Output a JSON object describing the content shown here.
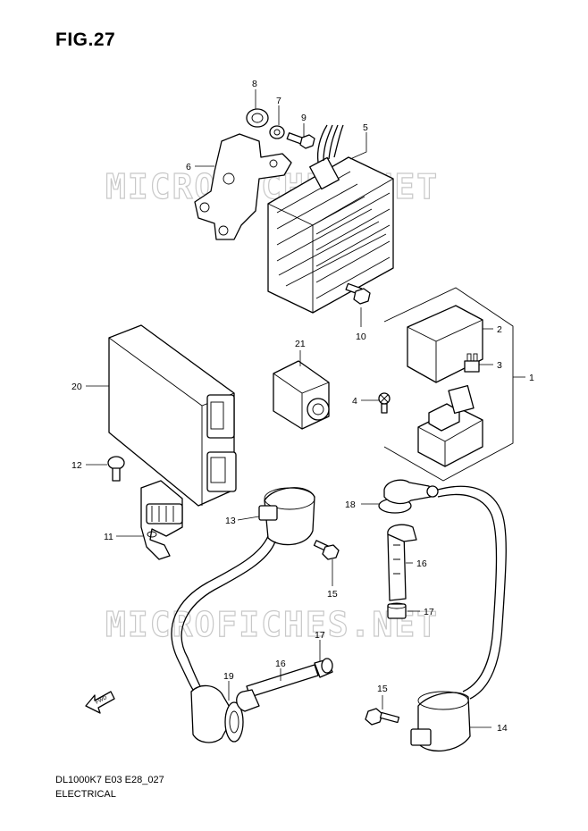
{
  "figure": {
    "title": "FIG.27",
    "footer_code": "DL1000K7 E03 E28_027",
    "footer_section": "ELECTRICAL",
    "watermark": "MICROFICHES.NET",
    "fwd_label": "FWD"
  },
  "callouts": {
    "c1": "1",
    "c2": "2",
    "c3": "3",
    "c4": "4",
    "c5": "5",
    "c6": "6",
    "c7": "7",
    "c8": "8",
    "c9": "9",
    "c10": "10",
    "c11": "11",
    "c12": "12",
    "c13": "13",
    "c14": "14",
    "c15a": "15",
    "c15b": "15",
    "c16a": "16",
    "c16b": "16",
    "c17a": "17",
    "c17b": "17",
    "c18": "18",
    "c19": "19",
    "c20": "20",
    "c21": "21"
  }
}
